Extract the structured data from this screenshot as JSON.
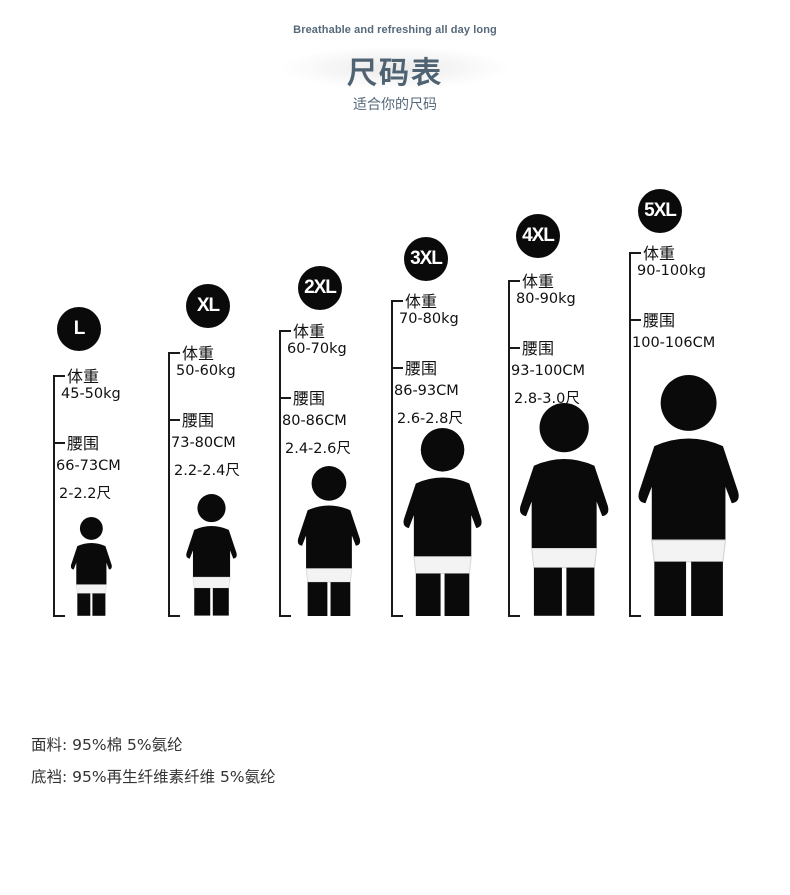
{
  "header": {
    "tagline": "Breathable and refreshing all day long",
    "title": "尺码表",
    "subtitle": "适合你的尺码"
  },
  "sizes": [
    {
      "size": "L",
      "weight_label": "体重",
      "weight": "45-50kg",
      "waist_label": "腰围",
      "waist_cm": "66-73CM",
      "waist_chi": "2-2.2尺"
    },
    {
      "size": "XL",
      "weight_label": "体重",
      "weight": "50-60kg",
      "waist_label": "腰围",
      "waist_cm": "73-80CM",
      "waist_chi": "2.2-2.4尺"
    },
    {
      "size": "2XL",
      "weight_label": "体重",
      "weight": "60-70kg",
      "waist_label": "腰围",
      "waist_cm": "80-86CM",
      "waist_chi": "2.4-2.6尺"
    },
    {
      "size": "3XL",
      "weight_label": "体重",
      "weight": "70-80kg",
      "waist_label": "腰围",
      "waist_cm": "86-93CM",
      "waist_chi": "2.6-2.8尺"
    },
    {
      "size": "4XL",
      "weight_label": "体重",
      "weight": "80-90kg",
      "waist_label": "腰围",
      "waist_cm": "93-100CM",
      "waist_chi": "2.8-3.0尺"
    },
    {
      "size": "5XL",
      "weight_label": "体重",
      "weight": "90-100kg",
      "waist_label": "腰围",
      "waist_cm": "100-106CM",
      "waist_chi": ""
    }
  ],
  "materials": {
    "fabric": "面料: 95%棉 5%氨纶",
    "crotch": "底裆: 95%再生纤维素纤维 5%氨纶"
  },
  "colors": {
    "heading": "#4f6272",
    "ink": "#111111",
    "badge": "#0a0a0a"
  }
}
